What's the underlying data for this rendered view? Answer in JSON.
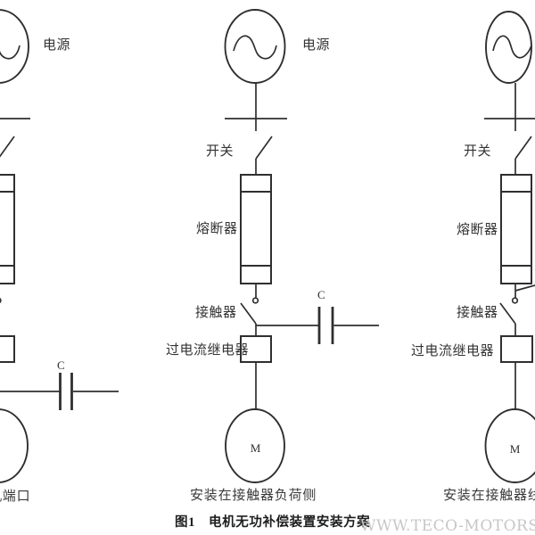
{
  "figure": {
    "caption": "图1　电机无功补偿装置安装方案",
    "watermark": "WWW.TECO-MOTORS.COM"
  },
  "diagrams": {
    "motor_terminal": {
      "caption_visible": "机端口",
      "labels": {
        "power": "电源",
        "capacitor": "C"
      }
    },
    "contactor_load_side": {
      "caption": "安装在接触器负荷侧",
      "labels": {
        "power": "电源",
        "switch": "开关",
        "fuse": "熔断器",
        "contactor": "接触器",
        "overcurrent_relay": "过电流继电器",
        "capacitor": "C",
        "motor": "M"
      }
    },
    "contactor_line_side": {
      "caption": "安装在接触器线",
      "labels": {
        "switch": "开关",
        "fuse": "熔断器",
        "contactor": "接触器",
        "overcurrent_relay": "过电流继电器",
        "motor": "M"
      }
    }
  }
}
